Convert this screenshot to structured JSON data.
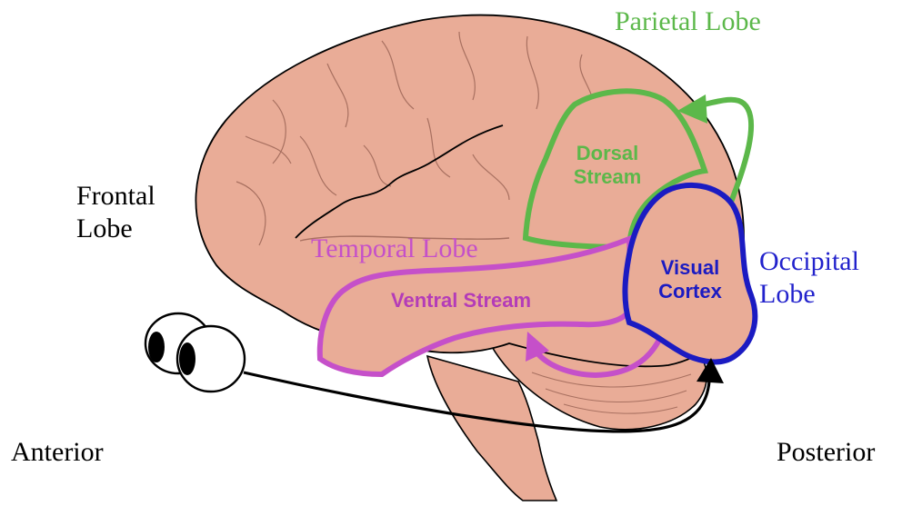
{
  "labels": {
    "parietal_lobe": "Parietal Lobe",
    "frontal_lobe_line1": "Frontal",
    "frontal_lobe_line2": "Lobe",
    "temporal_lobe": "Temporal Lobe",
    "occipital_lobe_line1": "Occipital",
    "occipital_lobe_line2": "Lobe",
    "anterior": "Anterior",
    "posterior": "Posterior",
    "dorsal_stream_line1": "Dorsal",
    "dorsal_stream_line2": "Stream",
    "ventral_stream": "Ventral Stream",
    "visual_cortex_line1": "Visual",
    "visual_cortex_line2": "Cortex"
  },
  "colors": {
    "brain_fill": "#e9ac97",
    "dorsal_green": "#5cb84a",
    "ventral_purple": "#b43cb8",
    "occipital_blue": "#1b1bc2",
    "text_black": "#000000"
  },
  "icons": [
    "brain-illustration",
    "eyes-icon",
    "arrow-icon"
  ]
}
